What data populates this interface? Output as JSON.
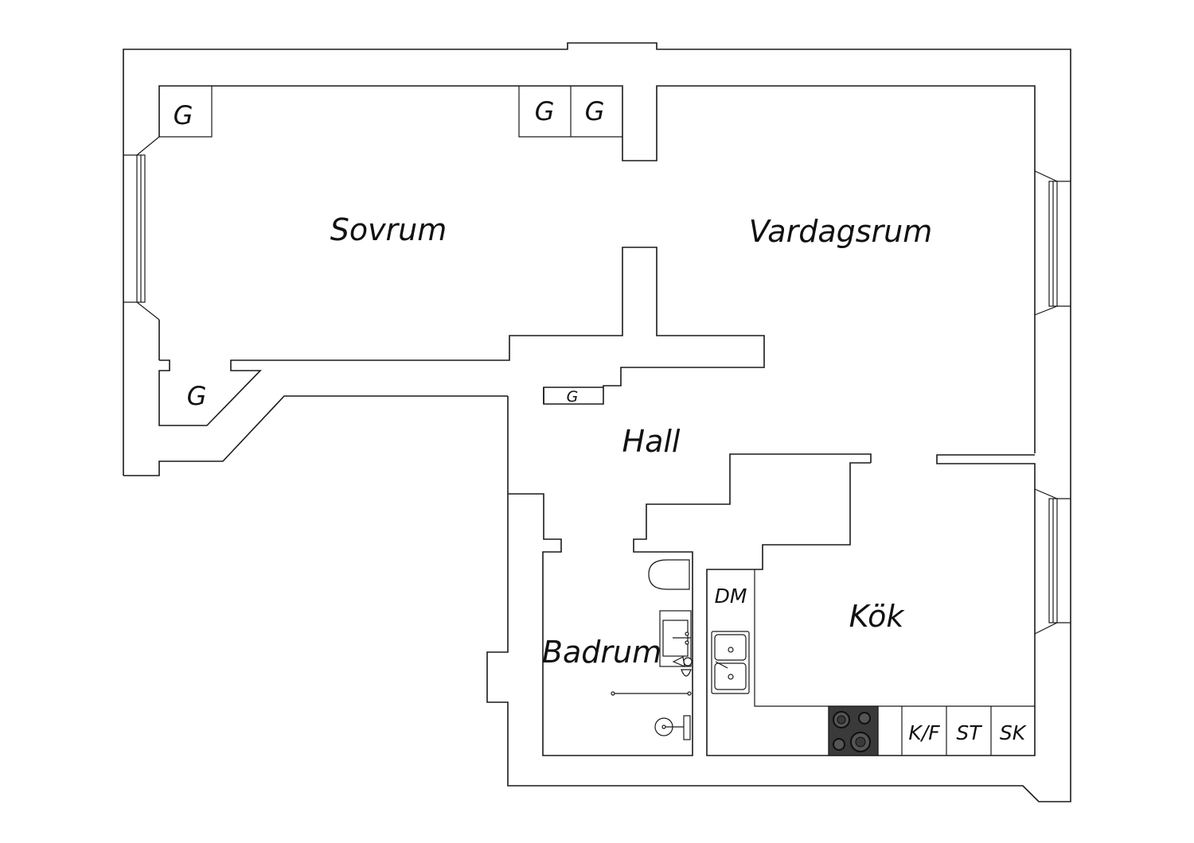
{
  "rooms": {
    "sovrum": "Sovrum",
    "vardagsrum": "Vardagsrum",
    "hall": "Hall",
    "badrum": "Badrum",
    "kok": "Kök"
  },
  "closets": {
    "g1": "G",
    "g2": "G",
    "g3": "G",
    "g4": "G",
    "g5": "G"
  },
  "appliances": {
    "dishwasher": "DM",
    "fridge_freezer": "K/F",
    "oven": "ST",
    "cabinet": "SK"
  },
  "colors": {
    "stroke": "#1a1a1a",
    "stove": "#3a3a3a"
  }
}
